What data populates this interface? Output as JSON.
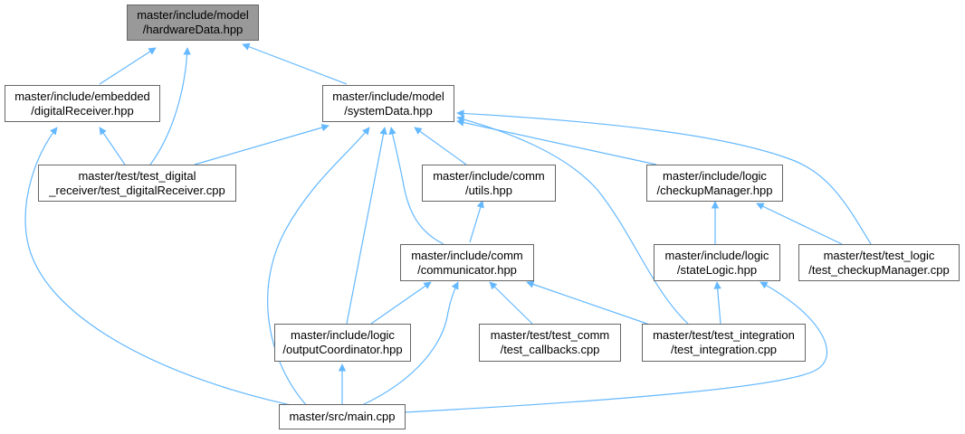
{
  "colors": {
    "edge": "#63b8ff",
    "border": "#666666",
    "highlight": "#999999"
  },
  "nodes": {
    "hardwareData": [
      "master/include/model",
      "/hardwareData.hpp"
    ],
    "digitalReceiver": [
      "master/include/embedded",
      "/digitalReceiver.hpp"
    ],
    "systemData": [
      "master/include/model",
      "/systemData.hpp"
    ],
    "test_digitalReceiver": [
      "master/test/test_digital",
      "_receiver/test_digitalReceiver.cpp"
    ],
    "utils": [
      "master/include/comm",
      "/utils.hpp"
    ],
    "checkupManager": [
      "master/include/logic",
      "/checkupManager.hpp"
    ],
    "communicator": [
      "master/include/comm",
      "/communicator.hpp"
    ],
    "stateLogic": [
      "master/include/logic",
      "/stateLogic.hpp"
    ],
    "test_checkupManager": [
      "master/test/test_logic",
      "/test_checkupManager.cpp"
    ],
    "outputCoordinator": [
      "master/include/logic",
      "/outputCoordinator.hpp"
    ],
    "test_callbacks": [
      "master/test/test_comm",
      "/test_callbacks.cpp"
    ],
    "test_integration": [
      "master/test/test_integration",
      "/test_integration.cpp"
    ],
    "main": [
      "master/src/main.cpp"
    ]
  }
}
